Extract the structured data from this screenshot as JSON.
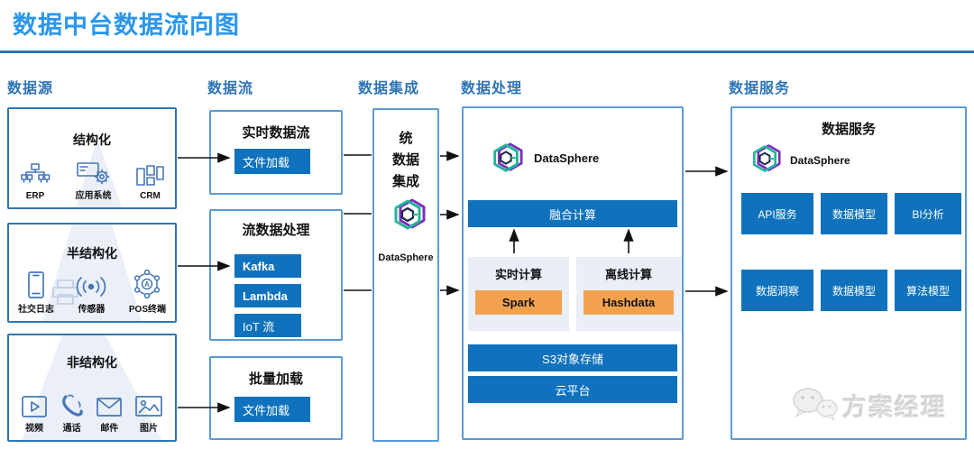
{
  "title": "数据中台数据流向图",
  "headers": {
    "source": "数据源",
    "flow": "数据流",
    "integration": "数据集成",
    "processing": "数据处理",
    "services": "数据服务"
  },
  "source_boxes": [
    {
      "title": "结构化",
      "items": [
        {
          "icon": "org-chart-icon",
          "label": "ERP"
        },
        {
          "icon": "application-system-icon",
          "label": "应用系统"
        },
        {
          "icon": "crm-columns-icon",
          "label": "CRM"
        }
      ]
    },
    {
      "title": "半结构化",
      "items": [
        {
          "icon": "mobile-phone-icon",
          "label": "社交日志"
        },
        {
          "icon": "wireless-sensor-icon",
          "label": "传感器"
        },
        {
          "icon": "pos-network-icon",
          "label": "POS终端"
        }
      ]
    },
    {
      "title": "非结构化",
      "items": [
        {
          "icon": "video-icon",
          "label": "视频"
        },
        {
          "icon": "call-icon",
          "label": "通话"
        },
        {
          "icon": "mail-icon",
          "label": "邮件"
        },
        {
          "icon": "image-icon",
          "label": "图片"
        }
      ]
    }
  ],
  "flow_boxes": [
    {
      "title": "实时数据流",
      "buttons": [
        "文件加载"
      ]
    },
    {
      "title": "流数据处理",
      "buttons": [
        "Kafka",
        "Lambda",
        "IoT 流"
      ]
    },
    {
      "title": "批量加载",
      "buttons": [
        "文件加载"
      ]
    }
  ],
  "integration": {
    "line1": "统",
    "line2": "数据",
    "line3": "集成",
    "brand": "DataSphere"
  },
  "processing": {
    "brand": "DataSphere",
    "fusion_bar": "融合计算",
    "realtime_title": "实时计算",
    "realtime_engine": "Spark",
    "offline_title": "离线计算",
    "offline_engine": "Hashdata",
    "storage_bar": "S3对象存储",
    "cloud_bar": "云平台"
  },
  "services": {
    "title": "数据服务",
    "brand": "DataSphere",
    "row1": [
      "API服务",
      "数据模型",
      "BI分析"
    ],
    "row2": [
      "数据洞察",
      "数据模型",
      "算法模型"
    ]
  },
  "watermark": {
    "label": "方案经理",
    "icon": "wechat-icon"
  },
  "colors": {
    "accent_blue": "#1072BC",
    "border_blue": "#5B9BD5",
    "dark_border_blue": "#2E75B6",
    "header_blue": "#2E74B5",
    "title_blue": "#2B96EC",
    "orange": "#F2A24F",
    "panel_bg": "#E9EEF7",
    "icon_blue": "#4577B8",
    "logo_teal": "#21B59A",
    "logo_purple": "#7B2FBE"
  }
}
